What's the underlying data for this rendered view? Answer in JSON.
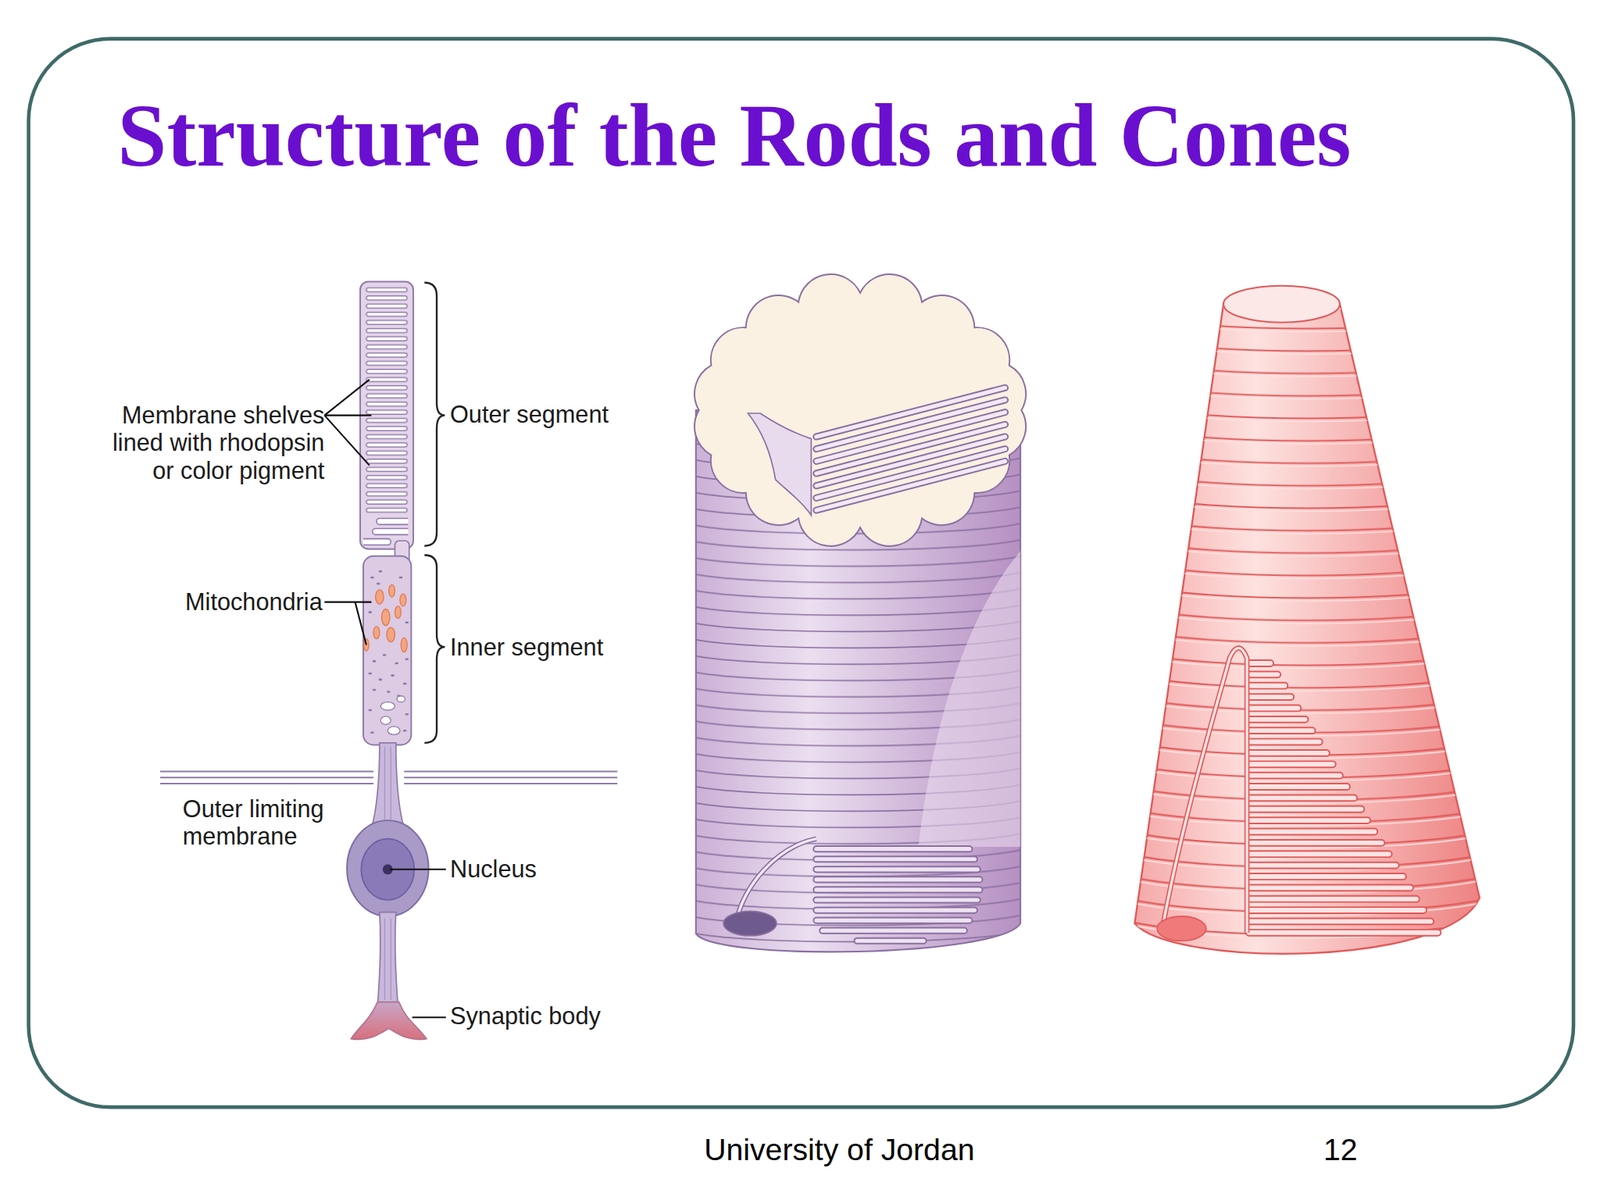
{
  "diagram": {
    "title": "Structure of the Rods and Cones",
    "labels": [
      "Membrane shelves lined with rhodopsin or color pigment",
      "Outer segment",
      "Mitochondria",
      "Inner segment",
      "Outer limiting membrane",
      "Nucleus",
      "Synaptic body",
      "University of Jordan",
      "12"
    ]
  }
}
